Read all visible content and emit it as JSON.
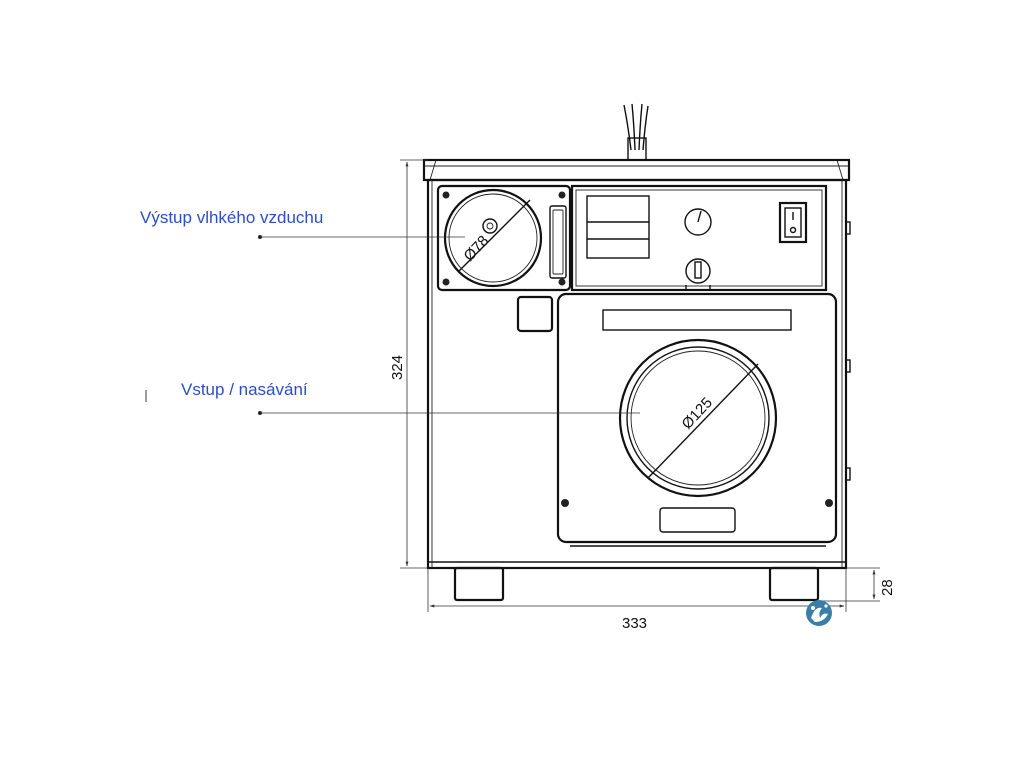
{
  "labels": {
    "outlet": "Výstup vlhkého vzduchu",
    "inlet": "Vstup / nasávání"
  },
  "dimensions": {
    "height": "324",
    "width": "333",
    "feet": "28",
    "outlet_diameter": "Ø78",
    "inlet_diameter": "Ø125"
  },
  "colors": {
    "label": "#2b4fc4",
    "logo": "#3a7fa8"
  },
  "icons": {
    "logo": "water-splash-logo-icon"
  }
}
